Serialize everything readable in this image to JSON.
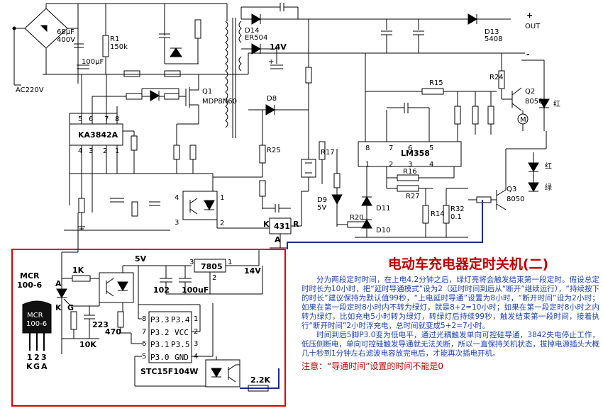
{
  "article": {
    "title": "电动车充电器定时关机(二)",
    "paragraph1": "分为两段定时时间，在上电4.2分钟之后，绿灯亮将会触发结束第一段定时。假设总定时时长为10小时，把“延时导通模式”设为2（延时时间到后从“断开”继续运行），“持续按下的时长”建议保持为默认值99秒，“上电延时导通”设置为8小时，“断开时间”设为2小时；如果在第一段定时8小时内不转为绿灯，就是8+2=10小时；如果在第一段定时8小时之内转为绿灯，比如充电5小时转为绿灯，转绿灯后持续99秒，触发结束第一段时间，接着执行“断开时间”2小时浮充电，总时间就变成5+2=7小时。",
    "paragraph2": "时间到后5脚P3.0变为低电平，通过光耦触发单向可控硅导通，3842失电停止工作，低压侧断电，单向可控硅触发导通就无法关断，所以一直保持关机状态，拔掉电源插头大概几十秒到1分钟左右滤波电容放完电后，才能再次插电开机。",
    "note": "注意：“导通时间”设置的时间不能是0"
  },
  "labels": {
    "ac220v": "AC220V",
    "c1": "68μF",
    "c1v": "400V",
    "c2": "100μF",
    "r1": "R1",
    "r1v": "150k",
    "q1": "Q1",
    "q1v": "MDP8N60",
    "ka3842": "KA3842A",
    "d14": "D14",
    "er504": "ER504",
    "v14": "14V",
    "d13": "D13",
    "d13v": "5408",
    "out": "OUT",
    "plus": "+",
    "minus": "-",
    "r24": "R24",
    "q2": "Q2",
    "q2v": "8050",
    "red1": "红",
    "red2": "红",
    "green": "绿",
    "r15": "R15",
    "d8": "D8",
    "lm358": "LM358",
    "r25": "R25",
    "r17": "R17",
    "r16": "R16",
    "r27": "R27",
    "r14": "R14",
    "r32": "R32",
    "r32v": "0.1",
    "q3": "Q3",
    "q3v": "8050",
    "d9": "D9",
    "d9v": "5V",
    "d11": "D11",
    "d10": "D10",
    "r20": "R20",
    "ic431": "431",
    "k": "K",
    "r": "R",
    "a": "A",
    "v5": "5V",
    "r1k": "1K",
    "mcr": "MCR",
    "mcr2": "100-6",
    "pin_a": "A",
    "pin_k": "K",
    "pin_g": "G",
    "c223": "223",
    "r10k": "10K",
    "r470": "470",
    "reg7805": "7805",
    "c102": "102",
    "c100uf": "100uF",
    "v14b": "14V",
    "stc": "STC15F104W",
    "p33": "P3.3",
    "p34": "P3.4",
    "p32": "P3.2",
    "vcc": "VCC",
    "p31": "P3.1",
    "p35": "P3.5",
    "p30": "P3.0",
    "gnd": "GND",
    "r22k": "2.2K",
    "pkg_mcr": "MCR",
    "pkg_mcr2": "100-6",
    "pkg_1": "1",
    "pkg_2": "2",
    "pkg_3": "3",
    "pkg_k": "K",
    "pkg_g": "G",
    "pkg_a": "A"
  },
  "colors": {
    "wire": "#000000",
    "highlight_box": "#e00000",
    "signal_wire": "#1a2a9a",
    "title": "#c00000",
    "body_text": "#1a3fb0"
  }
}
